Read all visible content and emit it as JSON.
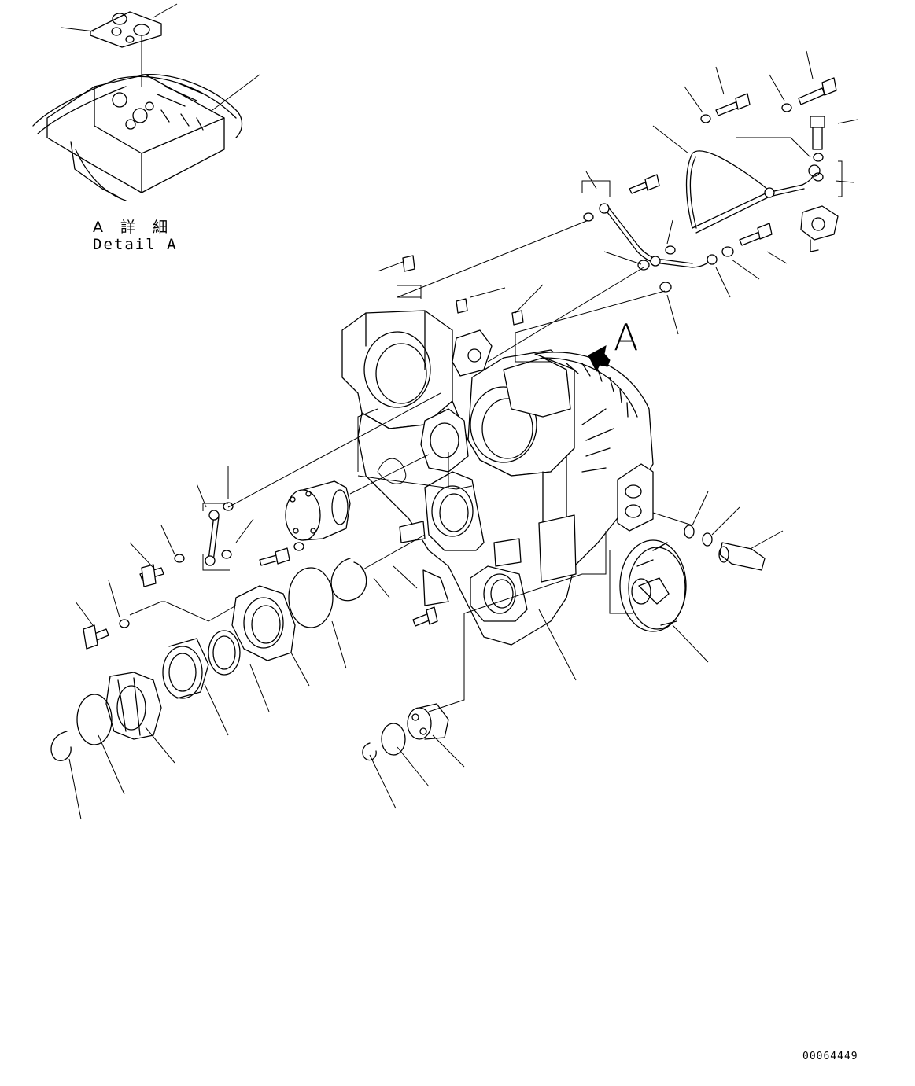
{
  "detail": {
    "title_jp": "A 詳 細",
    "title_en": "Detail A"
  },
  "view_arrow_label": "A",
  "drawing_number": "00064449",
  "colors": {
    "line": "#000000",
    "background": "#ffffff"
  }
}
